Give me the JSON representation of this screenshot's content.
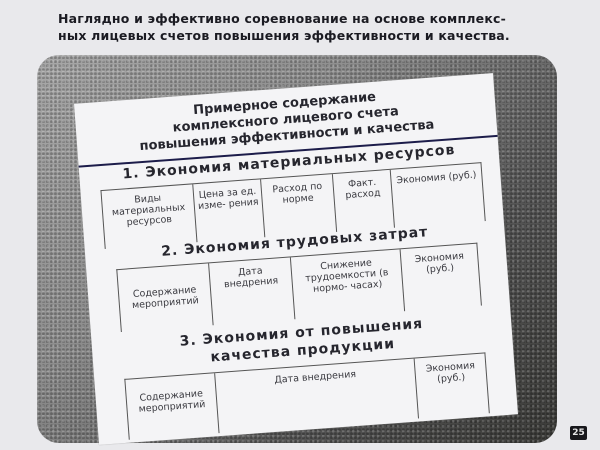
{
  "caption": {
    "line1": "Наглядно и эффективно соревнование на основе комплекс-",
    "line2": "ных лицевых счетов повышения эффективности и качества."
  },
  "card": {
    "title_lines": [
      "Примерное содержание",
      "комплексного лицевого счета",
      "повышения эффективности и качества"
    ],
    "sections": [
      {
        "heading": "1. Экономия материальных ресурсов",
        "columns": [
          "Виды материальных ресурсов",
          "Цена за ед. изме- рения",
          "Расход по норме",
          "Факт. расход",
          "Экономия (руб.)"
        ]
      },
      {
        "heading": "2. Экономия трудовых затрат",
        "columns": [
          "Содержание мероприятий",
          "Дата внедрения",
          "Снижение трудоемкости (в нормо- часах)",
          "Экономия (руб.)"
        ]
      },
      {
        "heading_line1": "3. Экономия от повышения",
        "heading_line2": "качества продукции",
        "columns": [
          "Содержание мероприятий",
          "Дата внедрения",
          "Экономия (руб.)"
        ]
      }
    ]
  },
  "page_number": "25"
}
